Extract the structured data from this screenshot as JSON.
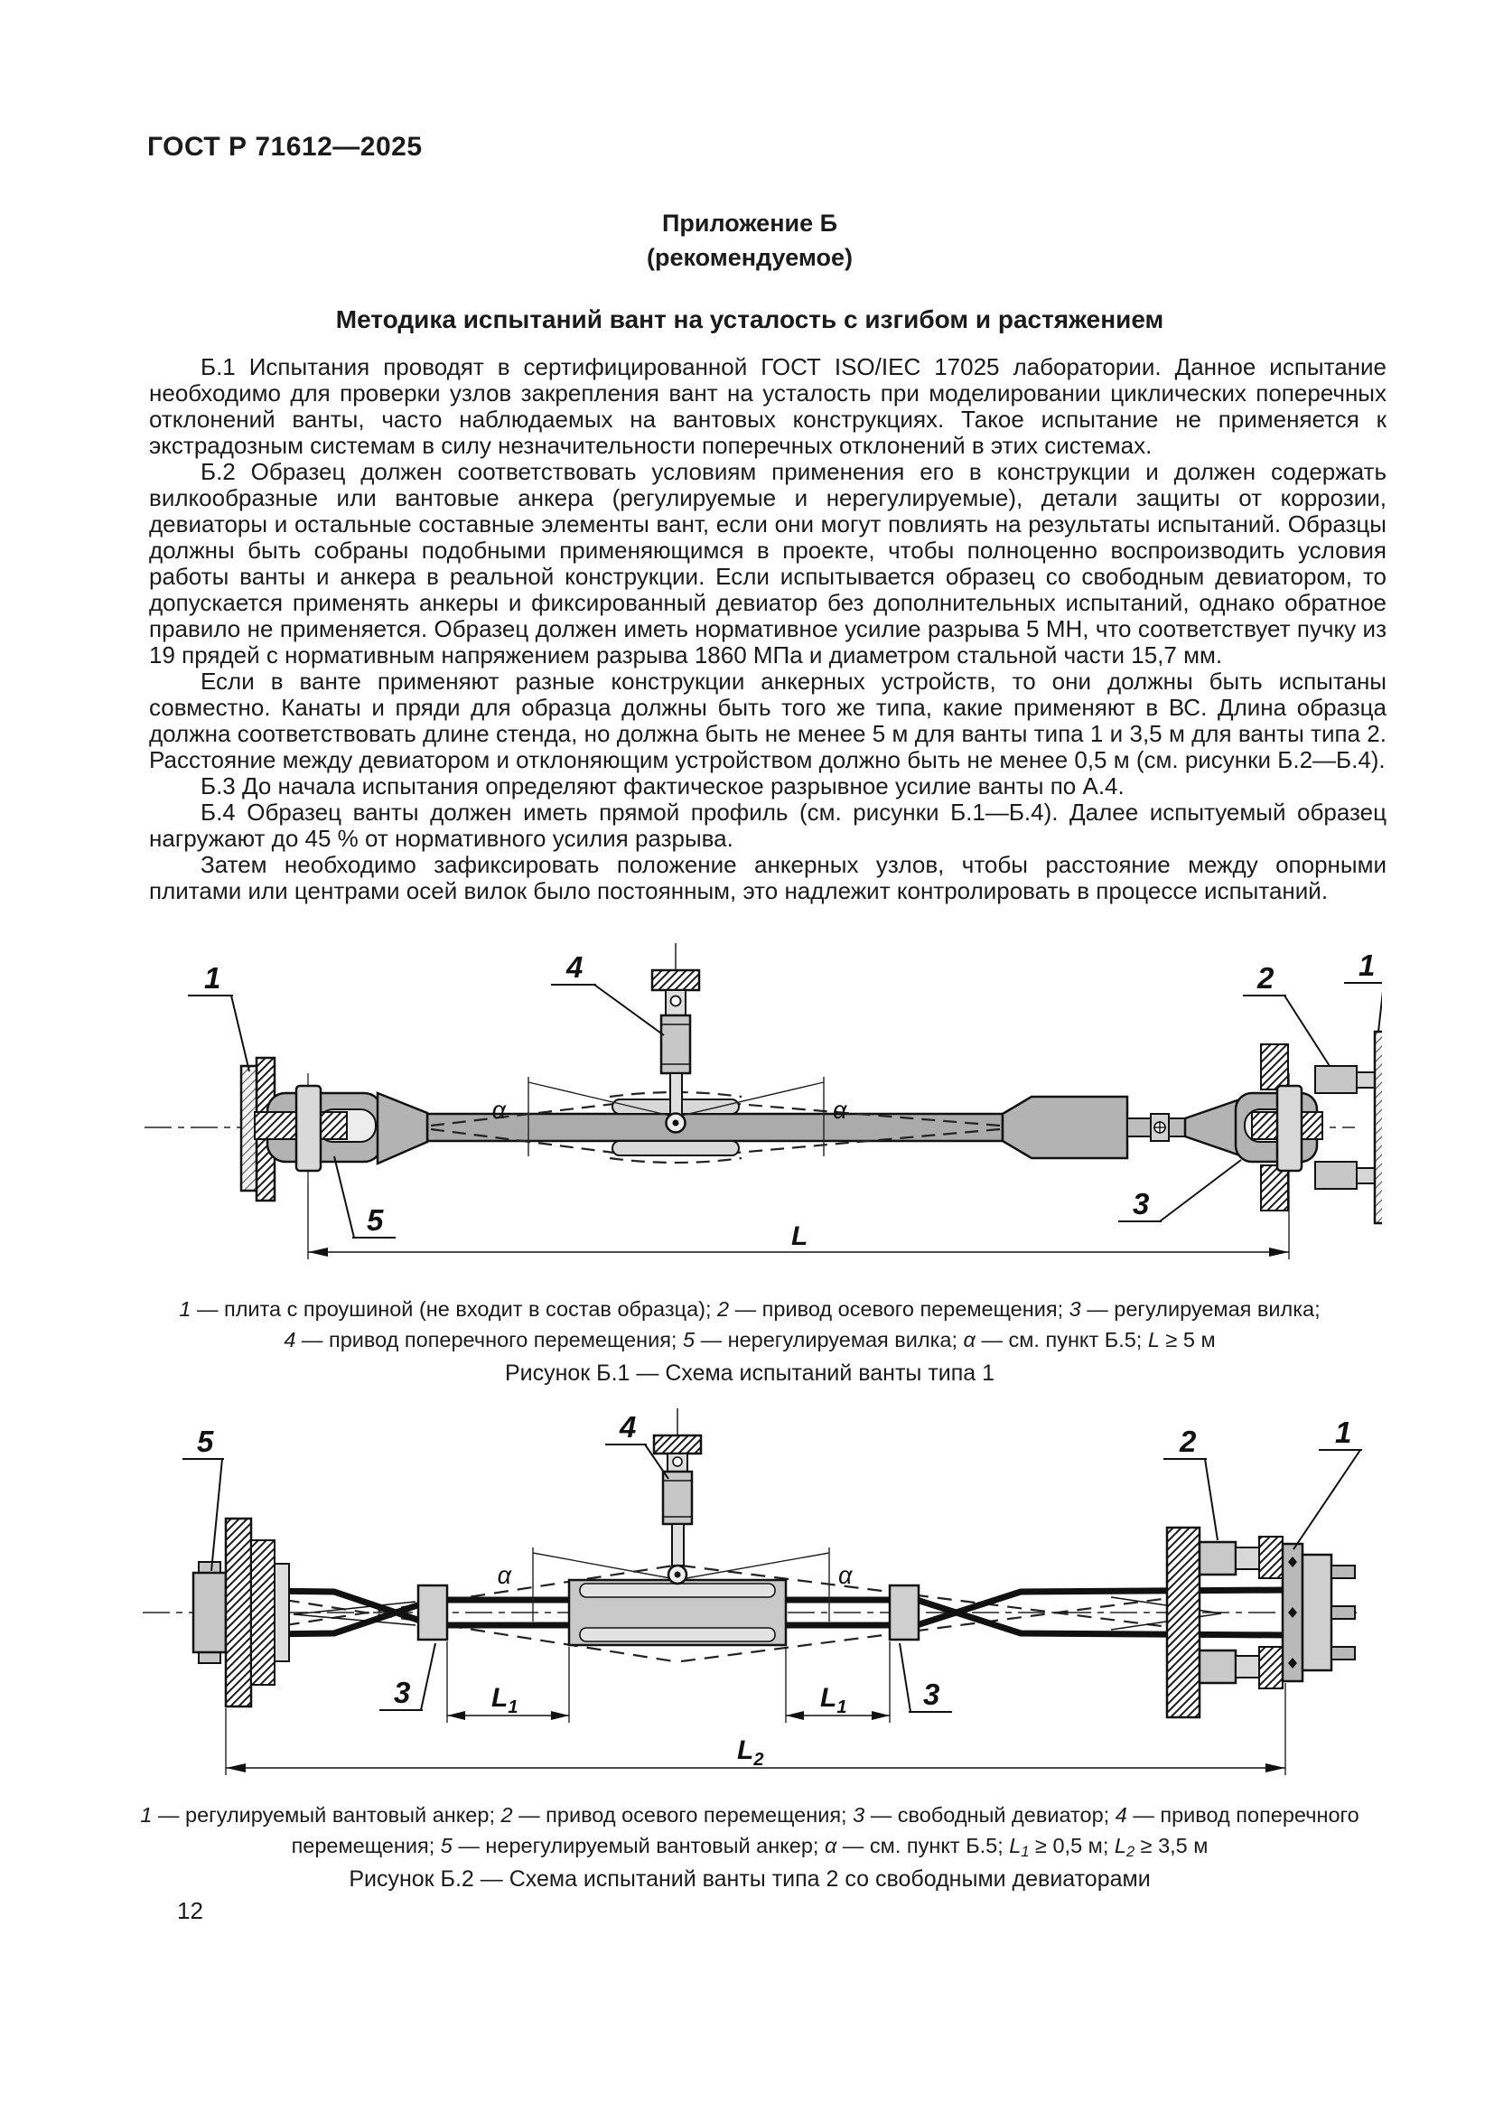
{
  "document": {
    "standard_code": "ГОСТ Р 71612—2025",
    "page_number": "12"
  },
  "appendix": {
    "heading": "Приложение Б",
    "status": "(рекомендуемое)",
    "title": "Методика испытаний вант на усталость с изгибом и растяжением"
  },
  "paragraphs": [
    "Б.1 Испытания проводят в сертифицированной ГОСТ ISO/IEC 17025 лаборатории. Данное испытание необходимо для проверки узлов закрепления вант на усталость при моделировании циклических поперечных отклонений ванты, часто наблюдаемых на вантовых конструкциях. Такое испытание не применяется к экстрадозным системам в силу незначительности поперечных отклонений в этих системах.",
    "Б.2 Образец должен соответствовать условиям применения его в конструкции и должен содержать вилкообразные или вантовые анкера (регулируемые и нерегулируемые), детали защиты от коррозии, девиаторы и остальные составные элементы вант, если они могут повлиять на результаты испытаний. Образцы должны быть собраны подобными применяющимся в проекте, чтобы полноценно воспроизводить условия работы ванты и анкера в реальной конструкции. Если испытывается образец со свободным девиатором, то допускается применять анкеры и фиксированный девиатор без дополнительных испытаний, однако обратное правило не применяется. Образец должен иметь нормативное усилие разрыва 5 МН, что соответствует пучку из 19 прядей с нормативным напряжением разрыва 1860 МПа и диаметром стальной части 15,7 мм.",
    "Если в ванте применяют разные конструкции анкерных устройств, то они должны быть испытаны совместно. Канаты и пряди для образца должны быть того же типа, какие применяют в ВС. Длина образца должна соответствовать длине стенда, но должна быть не менее 5 м для ванты типа 1 и 3,5 м для ванты типа 2. Расстояние между девиатором и отклоняющим устройством должно быть не менее 0,5 м (см. рисунки Б.2—Б.4).",
    "Б.3 До начала испытания определяют фактическое разрывное усилие ванты по А.4.",
    "Б.4 Образец ванты должен иметь прямой профиль (см. рисунки Б.1—Б.4). Далее испытуемый образец нагружают до 45 % от нормативного усилия разрыва.",
    "Затем необходимо зафиксировать положение анкерных узлов, чтобы расстояние между опорными плитами или центрами осей вилок было постоянным, это надлежит контролировать в процессе испытаний."
  ],
  "figure_b1": {
    "title": "Рисунок Б.1 — Схема испытаний ванты типа 1",
    "caption_line1": [
      {
        "s": "i",
        "t": "1"
      },
      {
        "t": " — плита с проушиной (не входит в состав образца); "
      },
      {
        "s": "i",
        "t": "2"
      },
      {
        "t": " — привод осевого перемещения; "
      },
      {
        "s": "i",
        "t": "3"
      },
      {
        "t": " — регулируемая вилка;"
      }
    ],
    "caption_line2": [
      {
        "s": "i",
        "t": "4"
      },
      {
        "t": " — привод поперечного перемещения; "
      },
      {
        "s": "i",
        "t": "5"
      },
      {
        "t": " — нерегулируемая вилка; "
      },
      {
        "s": "i",
        "t": "α"
      },
      {
        "t": " — см. пункт Б.5; "
      },
      {
        "s": "i",
        "t": "L"
      },
      {
        "t": " ≥ 5 м"
      }
    ],
    "labels": {
      "left_plate": "1",
      "axial_drive": "2",
      "adjustable_fork": "3",
      "transverse_drive": "4",
      "fixed_fork": "5",
      "alpha": "α",
      "length": "L"
    }
  },
  "figure_b2": {
    "title": "Рисунок Б.2 — Схема испытаний ванты типа 2 со свободными девиаторами",
    "caption_line1": [
      {
        "s": "i",
        "t": "1"
      },
      {
        "t": " — регулируемый вантовый анкер; "
      },
      {
        "s": "i",
        "t": "2"
      },
      {
        "t": " — привод осевого перемещения; "
      },
      {
        "s": "i",
        "t": "3"
      },
      {
        "t": " — свободный девиатор; "
      },
      {
        "s": "i",
        "t": "4"
      },
      {
        "t": " — привод поперечного"
      }
    ],
    "caption_line2": [
      {
        "t": "перемещения; "
      },
      {
        "s": "i",
        "t": "5"
      },
      {
        "t": " — нерегулируемый вантовый анкер; "
      },
      {
        "s": "i",
        "t": "α"
      },
      {
        "t": " — см. пункт Б.5; "
      },
      {
        "s": "i",
        "t": "L"
      },
      {
        "s": "sub",
        "t": "1"
      },
      {
        "t": " ≥ 0,5 м; "
      },
      {
        "s": "i",
        "t": "L"
      },
      {
        "s": "sub",
        "t": "2"
      },
      {
        "t": " ≥ 3,5 м"
      }
    ],
    "labels": {
      "adjustable_anchor": "1",
      "axial_drive": "2",
      "free_deviator": "3",
      "transverse_drive": "4",
      "fixed_anchor": "5",
      "alpha": "α",
      "l_main": "L",
      "l1_sub": "1",
      "l2_sub": "2"
    }
  }
}
